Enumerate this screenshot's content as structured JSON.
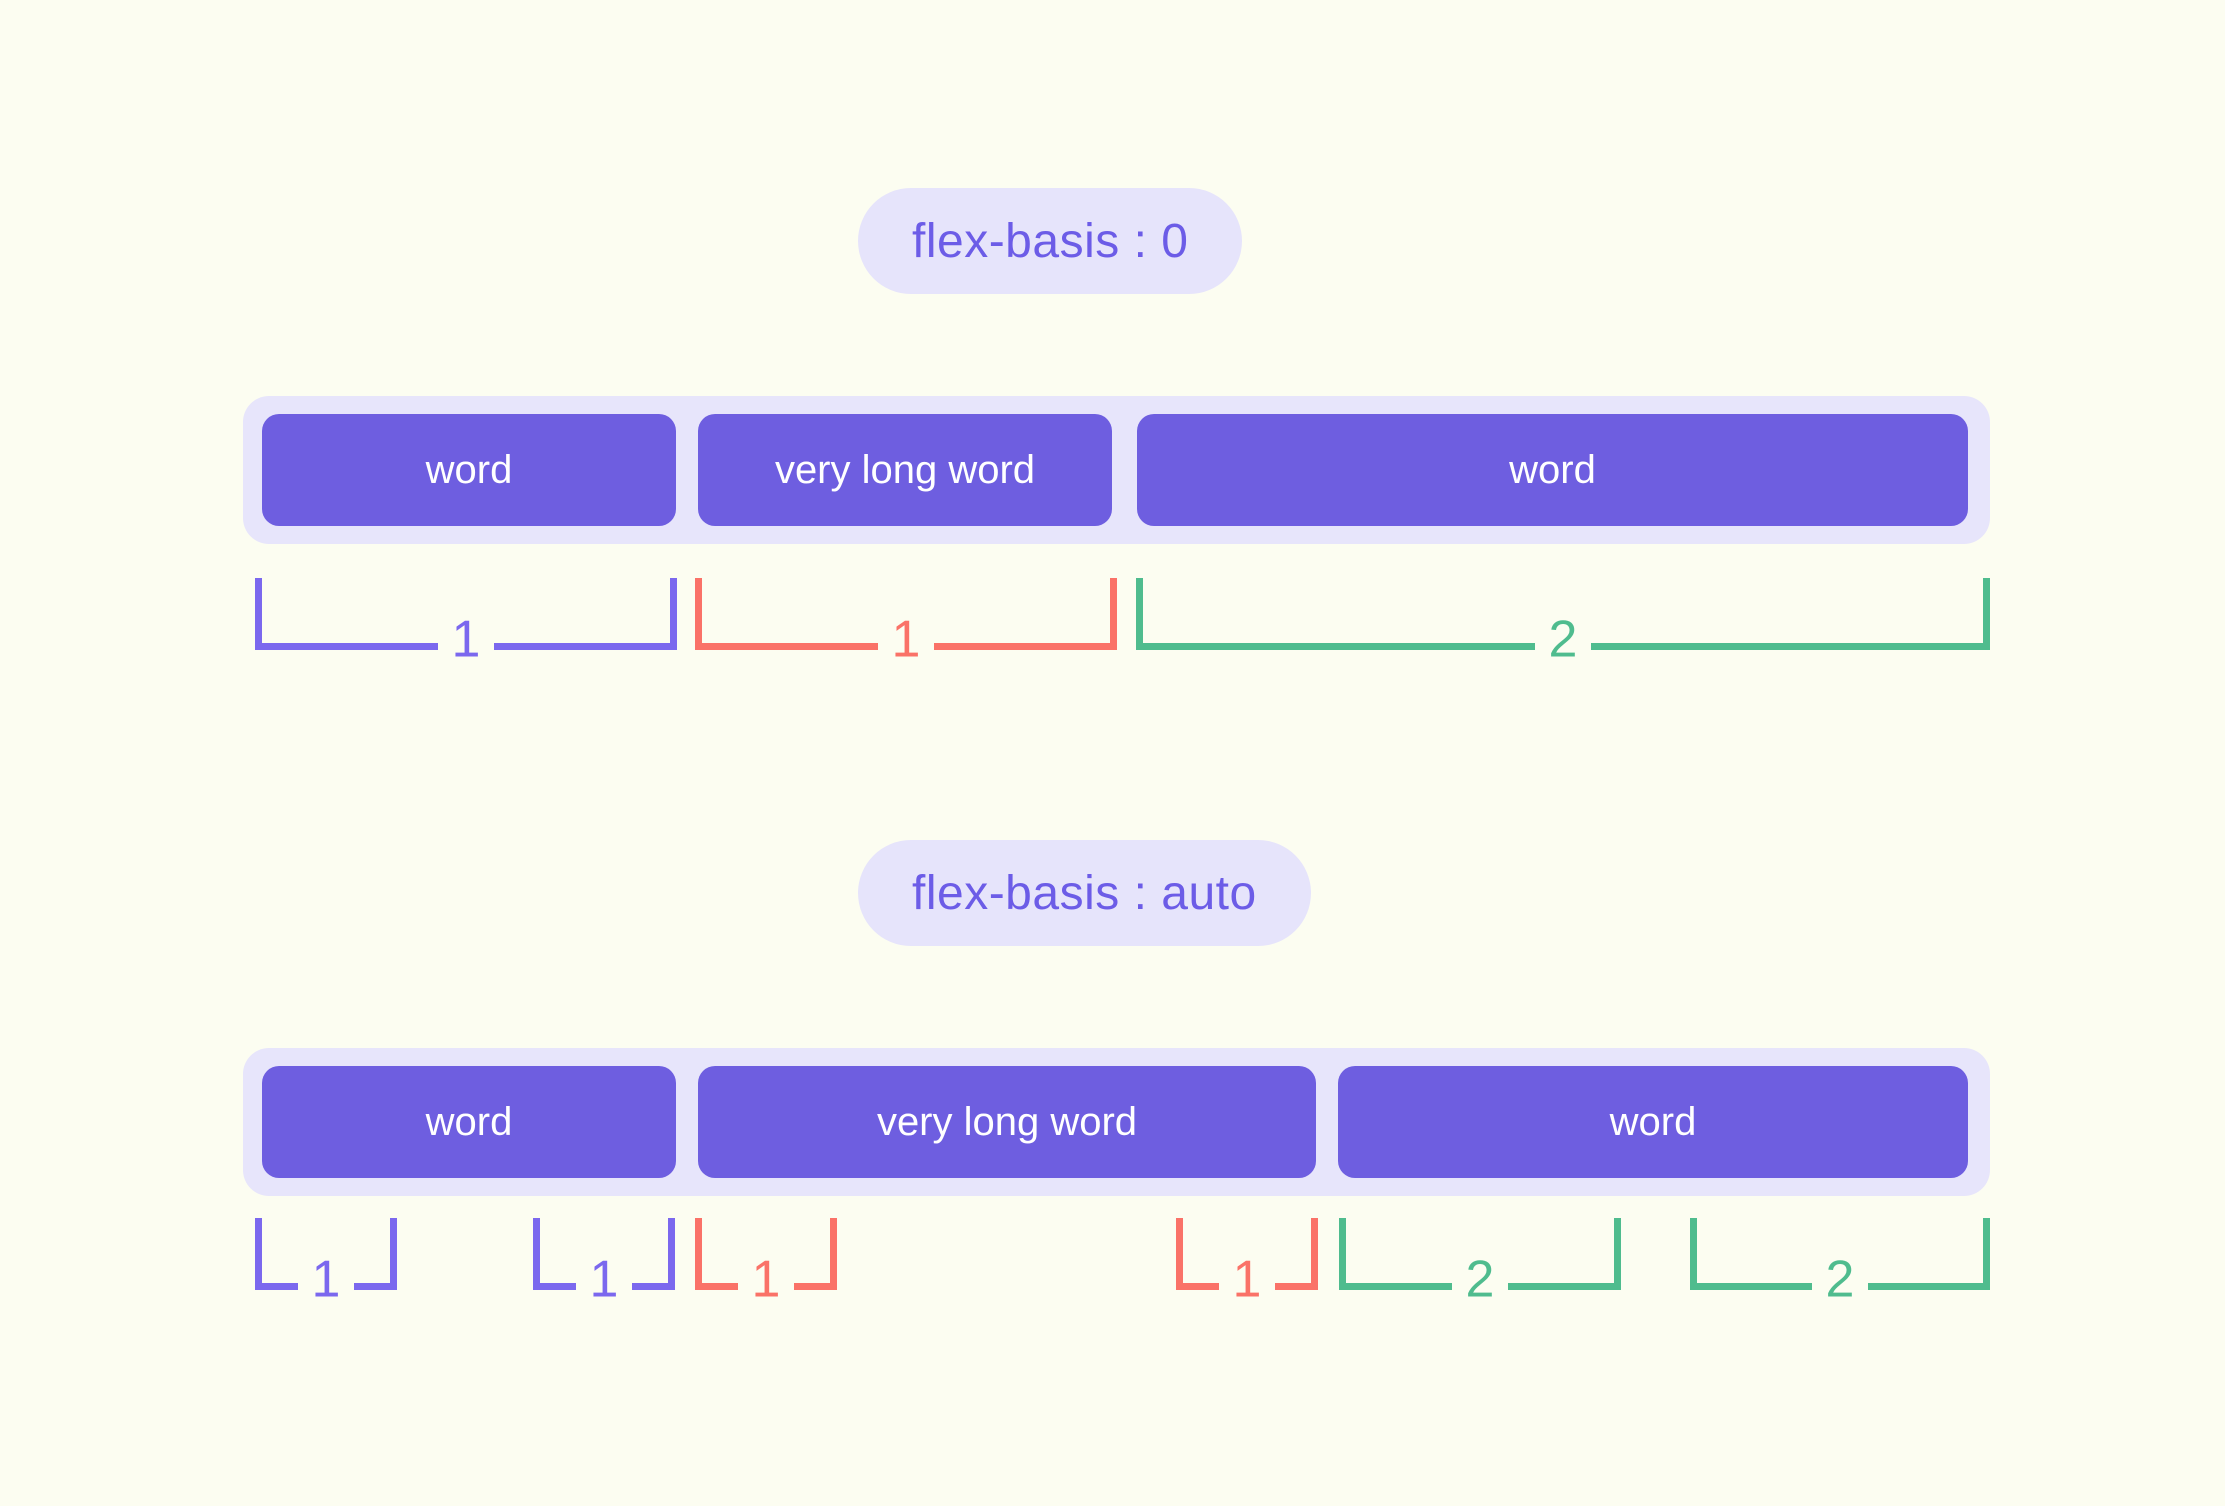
{
  "page": {
    "background_color": "#fcfdf1",
    "title": "flex-basis comparison diagram"
  },
  "palette": {
    "pill_bg": "#e6e4fb",
    "pill_text": "#6c5ce7",
    "container_bg": "#e7e5fb",
    "item_bg": "#6e5ee0",
    "item_text": "#ffffff",
    "purple": "#7b68ee",
    "red": "#fa7268",
    "green": "#4fbc8e"
  },
  "sections": [
    {
      "id": "flex-basis-zero",
      "label": "flex-basis : 0",
      "items": [
        {
          "label": "word",
          "grow": "1"
        },
        {
          "label": "very long word",
          "grow": "1"
        },
        {
          "label": "word",
          "grow": "2"
        }
      ],
      "brackets": [
        {
          "value": "1",
          "color": "purple"
        },
        {
          "value": "1",
          "color": "red"
        },
        {
          "value": "2",
          "color": "green"
        }
      ]
    },
    {
      "id": "flex-basis-auto",
      "label": "flex-basis : auto",
      "items": [
        {
          "label": "word",
          "grow": "1"
        },
        {
          "label": "very long word",
          "grow": "1"
        },
        {
          "label": "word",
          "grow": "2"
        }
      ],
      "brackets": [
        {
          "value": "1",
          "color": "purple"
        },
        {
          "value": "1",
          "color": "purple"
        },
        {
          "value": "1",
          "color": "red"
        },
        {
          "value": "1",
          "color": "red"
        },
        {
          "value": "2",
          "color": "green"
        },
        {
          "value": "2",
          "color": "green"
        }
      ]
    }
  ]
}
